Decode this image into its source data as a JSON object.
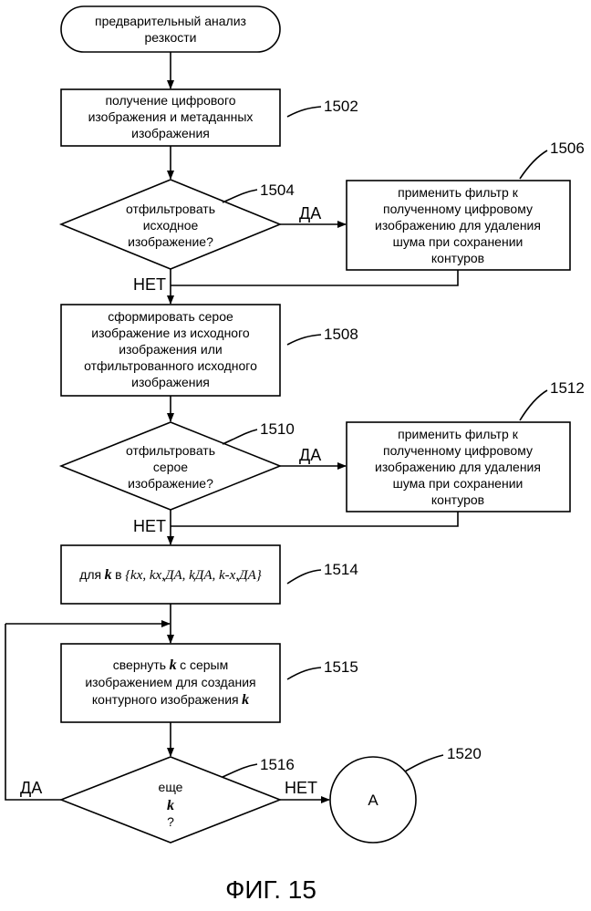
{
  "start": {
    "line1": "предварительный анализ",
    "line2": "резкости"
  },
  "s1502": {
    "line1": "получение цифрового",
    "line2": "изображения и метаданных",
    "line3": "изображения",
    "ref": "1502"
  },
  "d1504": {
    "line1": "отфильтровать",
    "line2": "исходное",
    "line3": "изображение?",
    "ref": "1504",
    "yes": "ДА",
    "no": "НЕТ"
  },
  "s1506": {
    "line1": "применить фильтр к",
    "line2": "полученному цифровому",
    "line3": "изображению для удаления",
    "line4": "шума при сохранении",
    "line5": "контуров",
    "ref": "1506"
  },
  "s1508": {
    "line1": "сформировать серое",
    "line2": "изображение из исходного",
    "line3": "изображения или",
    "line4": "отфильтрованного исходного",
    "line5": "изображения",
    "ref": "1508"
  },
  "d1510": {
    "line1": "отфильтровать",
    "line2": "серое",
    "line3": "изображение?",
    "ref": "1510",
    "yes": "ДА",
    "no": "НЕТ"
  },
  "s1512": {
    "line1": "применить фильтр к",
    "line2": "полученному цифровому",
    "line3": "изображению для удаления",
    "line4": "шума при сохранении",
    "line5": "контуров",
    "ref": "1512"
  },
  "s1514": {
    "prefix": "для",
    "k": "k",
    "in": "в",
    "set": "{kx, kx,ДА, kДА, k-x,ДА}",
    "ref": "1514"
  },
  "s1515": {
    "line1a": "свернуть",
    "line1k": "k",
    "line1b": "с серым",
    "line2": "изображением для создания",
    "line3a": "контурного изображения",
    "line3k": "k",
    "ref": "1515"
  },
  "d1516": {
    "line1": "еще",
    "line2": "k",
    "line3": "?",
    "ref": "1516",
    "yes": "ДА",
    "no": "НЕТ"
  },
  "connector": {
    "label": "A",
    "ref": "1520"
  },
  "caption": "ФИГ. 15"
}
